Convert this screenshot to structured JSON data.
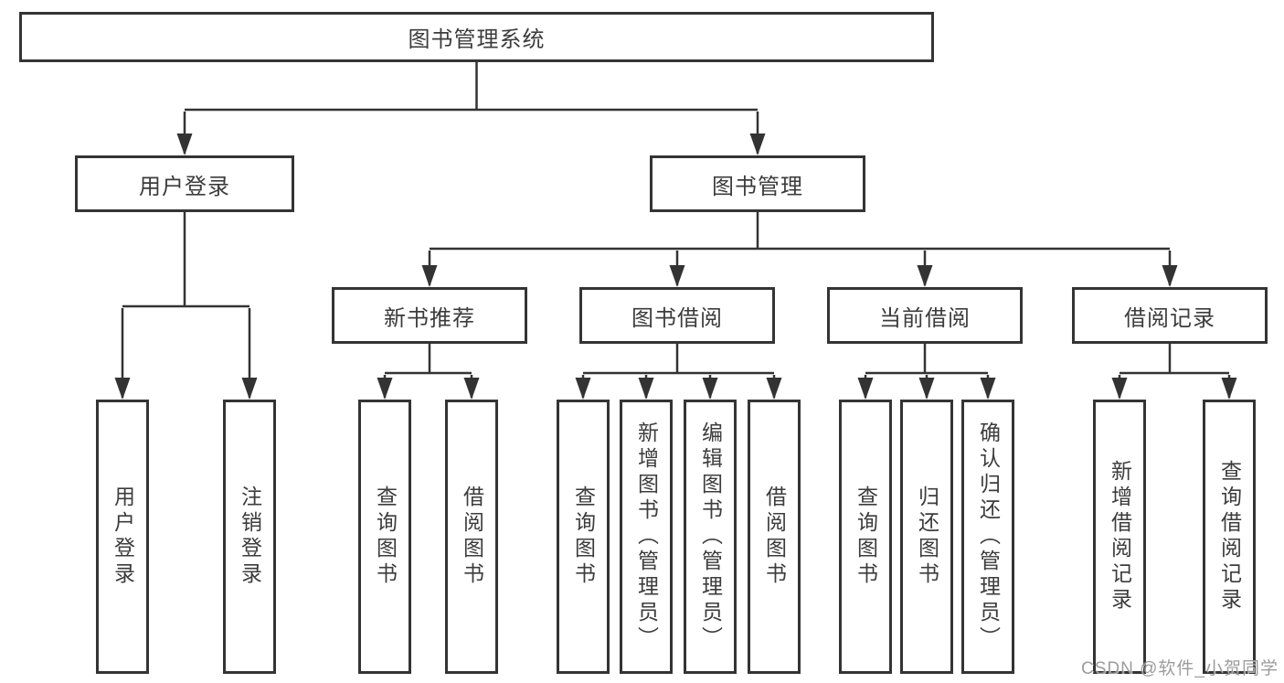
{
  "watermark": "CSDN @软件_小贺同学",
  "colors": {
    "line": "#333333",
    "border": "#343434",
    "text": "#3c3c3c",
    "background": "#ffffff",
    "watermark": "#949494"
  },
  "tree": {
    "label": "图书管理系统",
    "children": [
      {
        "label": "用户登录",
        "children": [
          {
            "label": "用户登录"
          },
          {
            "label": "注销登录"
          }
        ]
      },
      {
        "label": "图书管理",
        "children": [
          {
            "label": "新书推荐",
            "children": [
              {
                "label": "查询图书"
              },
              {
                "label": "借阅图书"
              }
            ]
          },
          {
            "label": "图书借阅",
            "children": [
              {
                "label": "查询图书"
              },
              {
                "label": "新增图书（管理员）"
              },
              {
                "label": "编辑图书（管理员）"
              },
              {
                "label": "借阅图书"
              }
            ]
          },
          {
            "label": "当前借阅",
            "children": [
              {
                "label": "查询图书"
              },
              {
                "label": "归还图书"
              },
              {
                "label": "确认归还（管理员）"
              }
            ]
          },
          {
            "label": "借阅记录",
            "children": [
              {
                "label": "新增借阅记录"
              },
              {
                "label": "查询借阅记录"
              }
            ]
          }
        ]
      }
    ]
  }
}
